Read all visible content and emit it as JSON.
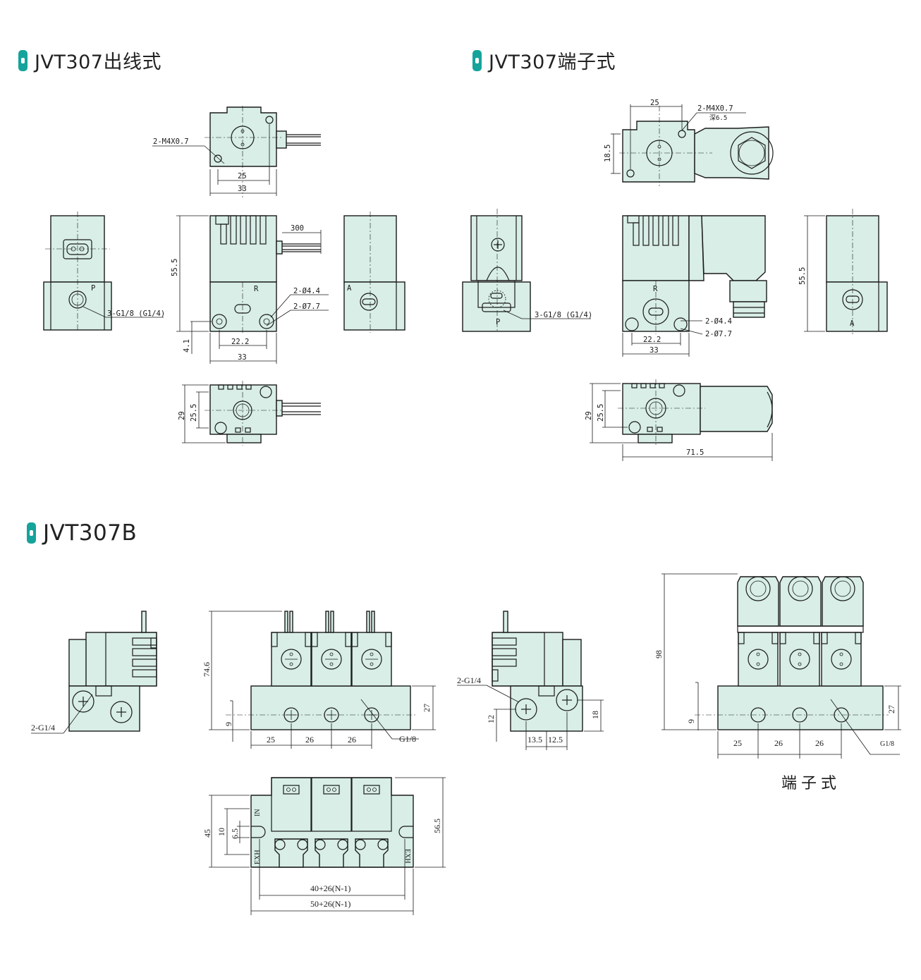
{
  "sections": {
    "wire_type": {
      "title": "JVT307出线式"
    },
    "terminal_type": {
      "title": "JVT307端子式"
    },
    "manifold_b": {
      "title": "JVT307B"
    }
  },
  "wire_type_dims": {
    "thread": "2-M4X0.7",
    "top_w25": "25",
    "top_w33": "33",
    "lead_len": "300",
    "height": "55.5",
    "ports": "3-G1/8 (G1/4)",
    "hole_small": "2-Ø4.4",
    "hole_large": "2-Ø7.7",
    "w22": "22.2",
    "w33": "33",
    "base_h": "4.1",
    "d29": "29",
    "d25": "25.5",
    "port_p": "P",
    "port_r": "R",
    "port_a": "A"
  },
  "terminal_type_dims": {
    "w25": "25",
    "thread": "2-M4X0.7",
    "depth": "深6.5",
    "h18": "18.5",
    "ports": "3-G1/8 (G1/4)",
    "hole_small": "2-Ø4.4",
    "hole_large": "2-Ø7.7",
    "w22": "22.2",
    "w33": "33",
    "height": "55.5",
    "d29": "29",
    "d25": "25.5",
    "len": "71.5",
    "port_p": "P",
    "port_r": "R",
    "port_a": "A"
  },
  "manifold_dims": {
    "side_port": "2-G1/4",
    "h74": "74.6",
    "h27": "27",
    "h9": "9",
    "p25": "25",
    "p26a": "26",
    "p26b": "26",
    "g18": "G1/8",
    "rs_port": "2-G1/4",
    "h12": "12",
    "h18": "18",
    "w13": "13.5",
    "w12": "12.5",
    "h98": "98",
    "t27": "27",
    "t9": "9",
    "t25": "25",
    "t26a": "26",
    "t26b": "26",
    "tg18": "G1/8",
    "terminal_caption": "端子式",
    "v45": "45",
    "v10": "10",
    "v65": "6.5",
    "v56": "56.5",
    "in_label": "IN",
    "exh_left": "EXH",
    "exh_right": "EXH",
    "len_inner": "40+26(N-1)",
    "len_outer": "50+26(N-1)"
  }
}
